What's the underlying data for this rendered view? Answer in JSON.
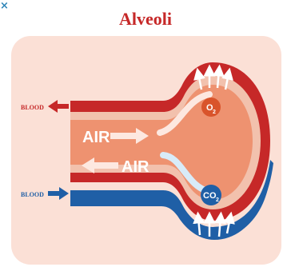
{
  "title": "Alveoli",
  "labels": {
    "blood_out": "BLOOD",
    "blood_in": "BLOOD",
    "air_in": "AIR",
    "air_out": "AIR",
    "oxygen": "O",
    "oxygen_sub": "2",
    "carbon_dioxide": "CO",
    "carbon_dioxide_sub": "2"
  },
  "colors": {
    "title": "#c62828",
    "panel_background": "#fbe0d6",
    "oxygenated_blood": "#c62828",
    "deoxygenated_blood": "#1f5fa6",
    "alveolus_tissue": "#f2c1ad",
    "alveolus_air": "#ee9270",
    "air_arrow": "#fde8e0",
    "co2_bubble": "#1f5fa6",
    "o2_bubble": "#d9542b"
  },
  "icons": {
    "corner_mark": "x-mark-icon"
  }
}
